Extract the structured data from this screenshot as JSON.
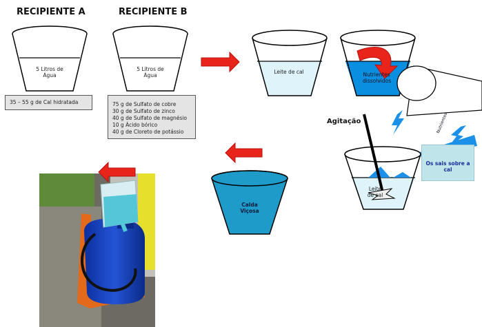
{
  "titles": {
    "recipient_a": "RECIPIENTE A",
    "recipient_b": "RECIPIENTE B"
  },
  "buckets": {
    "a_label": "5 Litros de Água",
    "b_label": "5 Litros de Água",
    "lime_milk": "Leite de cal",
    "nutrients": "Nutrientes dissolvidos",
    "lime_milk_mix": "Leite de cal",
    "calda": "Calda Viçosa"
  },
  "recipient_a_box": "35 – 55 g de Cal hidratada",
  "recipient_b_box": [
    "75 g de Sulfato de cobre",
    "30 g de Sulfato de zinco",
    "40 g de Sulfato de magnésio",
    "10 g Ácido bórico",
    "40 g de Cloreto de potássio"
  ],
  "agitation": "Agitação",
  "salts_note": "Os sais sobre a cal",
  "pour_stream_text": "Nutrientes",
  "colors": {
    "water_light": "#dff3fb",
    "nutrient_blue": "#0a8fe0",
    "calda_blue": "#1e9bc9",
    "arrow_red": "#e8241b",
    "salt_box": "#bfe4ea"
  }
}
